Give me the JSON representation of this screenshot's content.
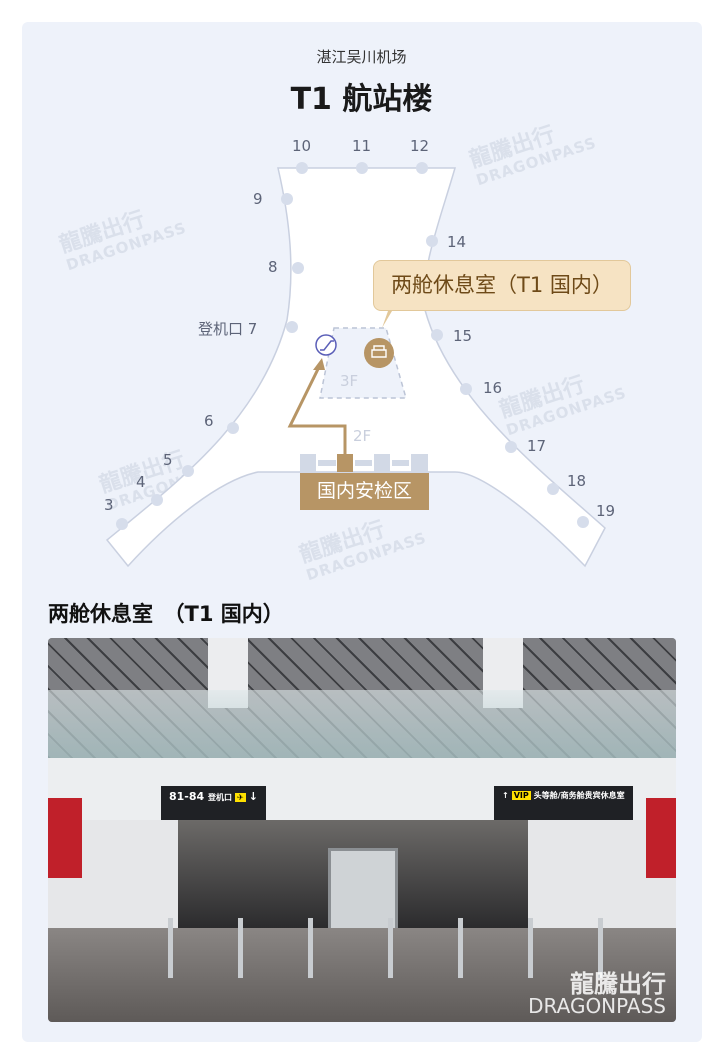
{
  "header": {
    "airport": "湛江吴川机场",
    "terminal": "T1 航站楼"
  },
  "map": {
    "gates": [
      {
        "label": "10"
      },
      {
        "label": "11"
      },
      {
        "label": "12"
      },
      {
        "label": "9"
      },
      {
        "label": "14"
      },
      {
        "label": "8"
      },
      {
        "label": "登机口 7"
      },
      {
        "label": "15"
      },
      {
        "label": "16"
      },
      {
        "label": "6"
      },
      {
        "label": "17"
      },
      {
        "label": "5"
      },
      {
        "label": "4"
      },
      {
        "label": "18"
      },
      {
        "label": "3"
      },
      {
        "label": "19"
      }
    ],
    "lounge_callout": "两舱休息室（T1 国内）",
    "security_label": "国内安检区",
    "floor_3f": "3F",
    "floor_2f": "2F",
    "colors": {
      "accent": "#b79565",
      "terminal": "#ffffff",
      "background": "#eef2fa"
    }
  },
  "section": {
    "title": "两舱休息室　（T1 国内）"
  },
  "photo": {
    "left_sign_gates": "81-84",
    "left_sign_label": "登机口",
    "right_sign_badge": "VIP",
    "right_sign_label": "头等舱/商务舱贵宾休息室"
  },
  "watermark": {
    "cn": "龍騰出行",
    "en": "DRAGONPASS"
  }
}
